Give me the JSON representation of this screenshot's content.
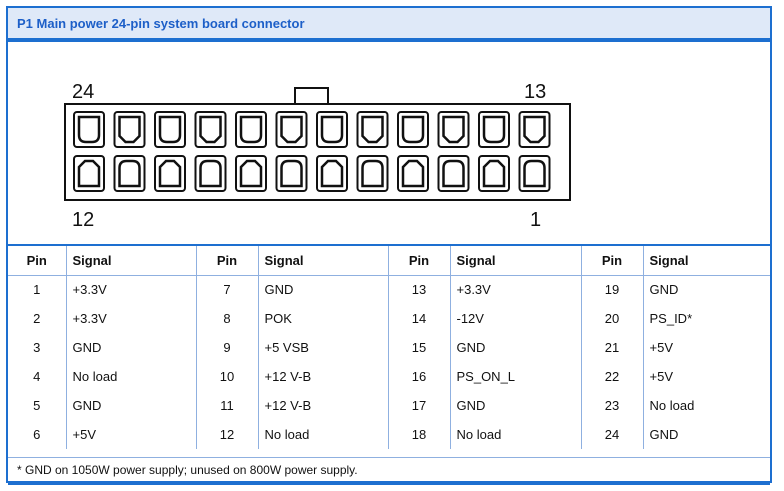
{
  "title": "P1 Main power 24-pin system board connector",
  "connector": {
    "label_top_left": "24",
    "label_top_right": "13",
    "label_bottom_left": "12",
    "label_bottom_right": "1",
    "top_row_pins": 12,
    "bottom_row_pins": 12
  },
  "table": {
    "headers": [
      "Pin",
      "Signal",
      "Pin",
      "Signal",
      "Pin",
      "Signal",
      "Pin",
      "Signal"
    ],
    "rows": [
      [
        "1",
        "+3.3V",
        "7",
        "GND",
        "13",
        "+3.3V",
        "19",
        "GND"
      ],
      [
        "2",
        "+3.3V",
        "8",
        "POK",
        "14",
        "-12V",
        "20",
        "PS_ID*"
      ],
      [
        "3",
        "GND",
        "9",
        "+5 VSB",
        "15",
        "GND",
        "21",
        "+5V"
      ],
      [
        "4",
        "No load",
        "10",
        "+12 V-B",
        "16",
        "PS_ON_L",
        "22",
        "+5V"
      ],
      [
        "5",
        "GND",
        "11",
        "+12 V-B",
        "17",
        "GND",
        "23",
        "No load"
      ],
      [
        "6",
        "+5V",
        "12",
        "No load",
        "18",
        "No load",
        "24",
        "GND"
      ]
    ]
  },
  "footnote": "* GND on 1050W power supply; unused on 800W power supply.",
  "colors": {
    "accent": "#1d6fd0",
    "title_bg": "#dfe9f8",
    "grid": "#8fb0e0"
  }
}
